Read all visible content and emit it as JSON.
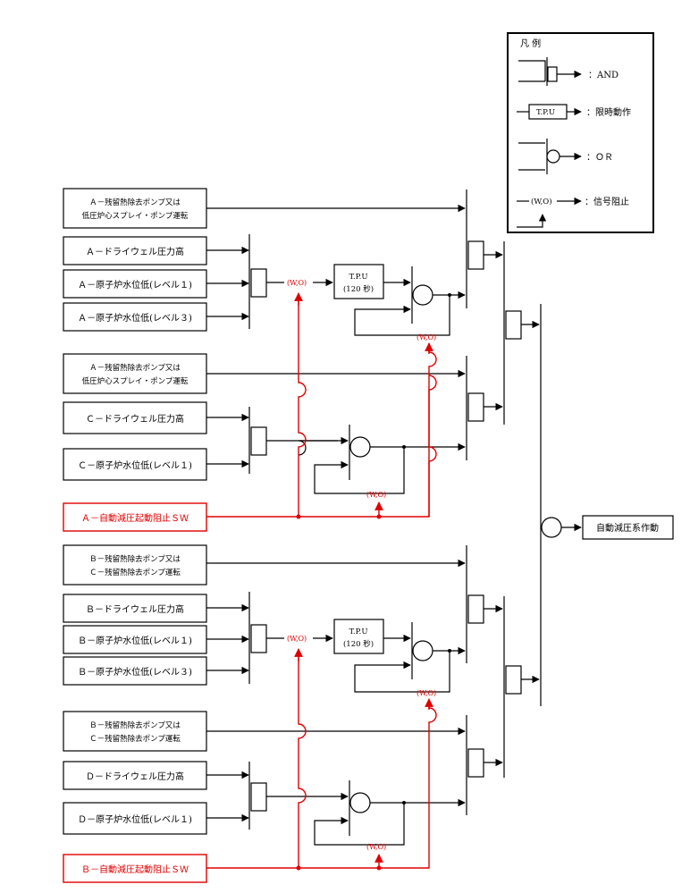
{
  "legend": {
    "title": "凡 例",
    "and_label": "：AND",
    "tpu_box": "T.P.U",
    "tpu_label": "：限時動作",
    "or_label": "：ＯＲ",
    "wo_text": "(W,O)",
    "block_label": "：信号阻止"
  },
  "division_a": {
    "rhr_pump_1": [
      "Ａ－残留熱除去ポンプ又は",
      "低圧炉心スプレイ・ポンプ運転"
    ],
    "drywell_high": "Ａ－ドライウェル圧力高",
    "level1": "Ａ－原子炉水位低(レベル１)",
    "level3": "Ａ－原子炉水位低(レベル３)",
    "rhr_pump_2": [
      "Ａ－残留熱除去ポンプ又は",
      "低圧炉心スプレイ・ポンプ運転"
    ],
    "c_drywell_high": "Ｃ－ドライウェル圧力高",
    "c_level1": "Ｃ－原子炉水位低(レベル１)",
    "inhibit_sw": "Ａ－自動減圧起動阻止ＳＷ",
    "tpu": [
      "T.P.U",
      "(120 秒)"
    ]
  },
  "division_b": {
    "rhr_pump_1": [
      "Ｂ－残留熱除去ポンプ又は",
      "Ｃ－残留熱除去ポンプ運転"
    ],
    "drywell_high": "Ｂ－ドライウェル圧力高",
    "level1": "Ｂ－原子炉水位低(レベル１)",
    "level3": "Ｂ－原子炉水位低(レベル３)",
    "rhr_pump_2": [
      "Ｂ－残留熱除去ポンプ又は",
      "Ｃ－残留熱除去ポンプ運転"
    ],
    "d_drywell_high": "Ｄ－ドライウェル圧力高",
    "d_level1": "Ｄ－原子炉水位低(レベル１)",
    "inhibit_sw": "Ｂ－自動減圧起動阻止ＳＷ",
    "tpu": [
      "T.P.U",
      "(120 秒)"
    ]
  },
  "signal_block": "(W,O)",
  "output": "自動減圧系作動",
  "colors": {
    "line": "#000000",
    "inhibit": "#e00000"
  }
}
